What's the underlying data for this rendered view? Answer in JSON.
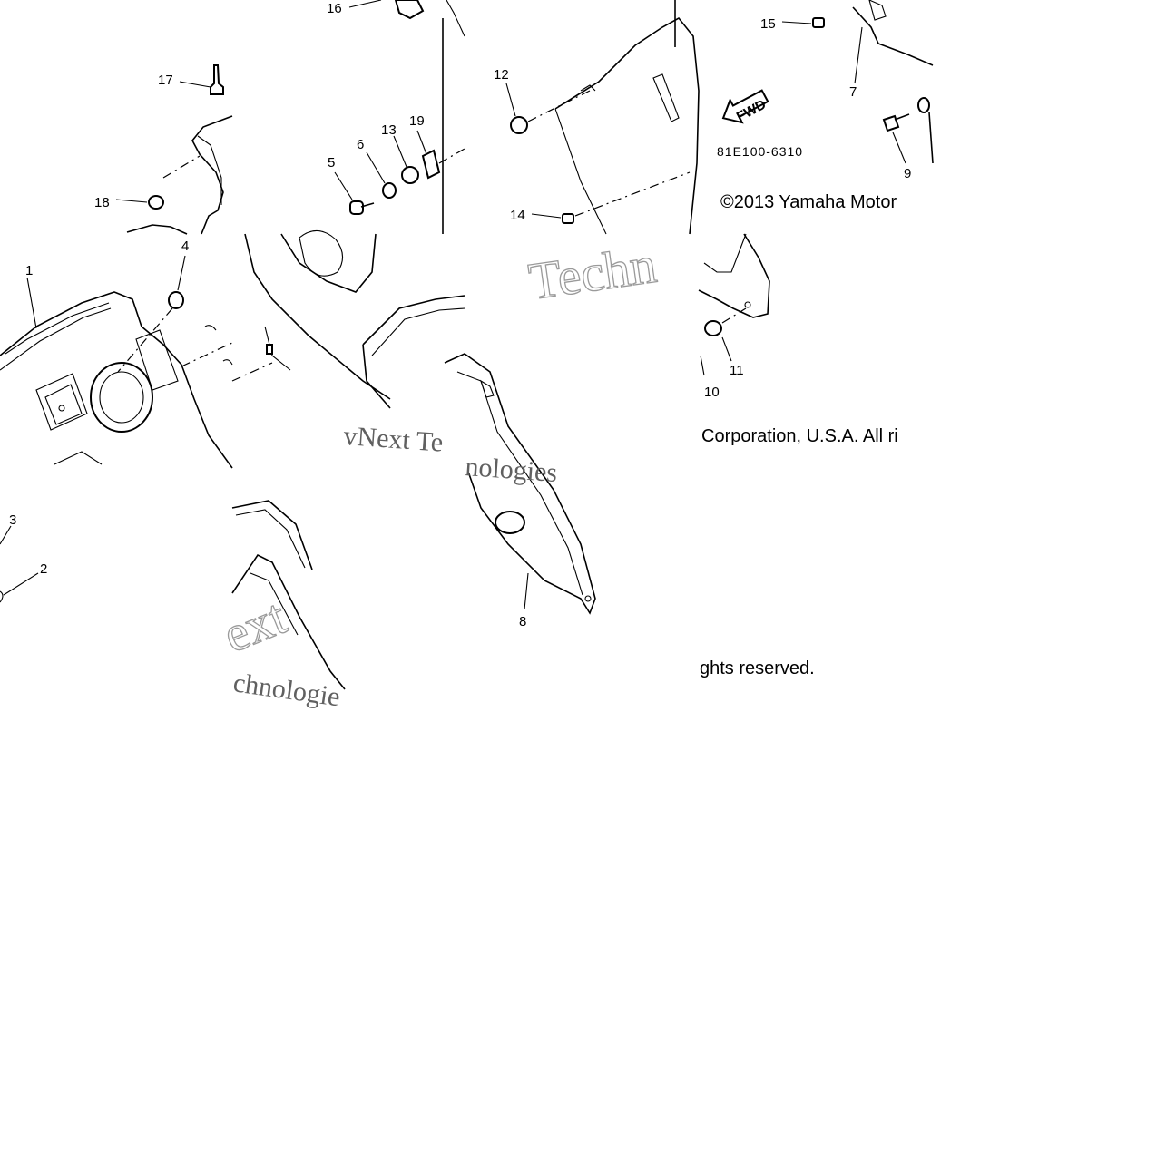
{
  "callouts": [
    "1",
    "2",
    "3",
    "4",
    "5",
    "6",
    "7",
    "8",
    "9",
    "10",
    "11",
    "12",
    "13",
    "14",
    "15",
    "16",
    "17",
    "18",
    "19"
  ],
  "arrow_label": "FWD",
  "diagram_code": "81E100-6310",
  "copyright_line1": "©2013 Yamaha Motor",
  "copyright_line2": "Corporation, U.S.A. All ri",
  "copyright_line3": "ghts reserved.",
  "watermark_texts": [
    "Techn",
    "vNext Te",
    "nologies",
    "ext",
    "chnologie"
  ],
  "colors": {
    "line": "#000000",
    "background": "#ffffff",
    "watermark": "#9a9a9a"
  }
}
